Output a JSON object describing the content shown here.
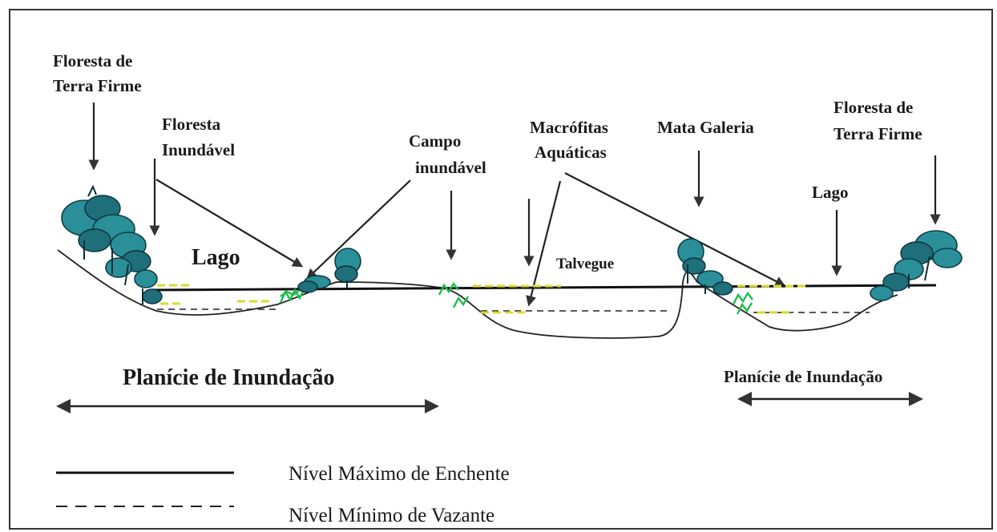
{
  "labels": {
    "floresta_terra_firme_left_line1": "Floresta de",
    "floresta_terra_firme_left_line2": "Terra Firme",
    "floresta_inundavel_line1": "Floresta",
    "floresta_inundavel_line2": "Inundável",
    "campo_inundavel_line1": "Campo",
    "campo_inundavel_line2": "inundável",
    "macrofitas_line1": "Macrófitas",
    "macrofitas_line2": "Aquáticas",
    "mata_galeria": "Mata Galeria",
    "floresta_terra_firme_right_line1": "Floresta de",
    "floresta_terra_firme_right_line2": "Terra Firme",
    "lago_right": "Lago",
    "lago_left": "Lago",
    "talvegue": "Talvegue",
    "planicie_left": "Planície de Inundação",
    "planicie_right": "Planície de Inundação"
  },
  "legend": {
    "max_level": "Nível Máximo de Enchente",
    "min_level": "Nível Mínimo de Vazante"
  },
  "colors": {
    "vegetation": "#2a8f99",
    "grass": "#1bbf4a",
    "macrophytes": "#d8dc2e",
    "lines": "#111111"
  }
}
